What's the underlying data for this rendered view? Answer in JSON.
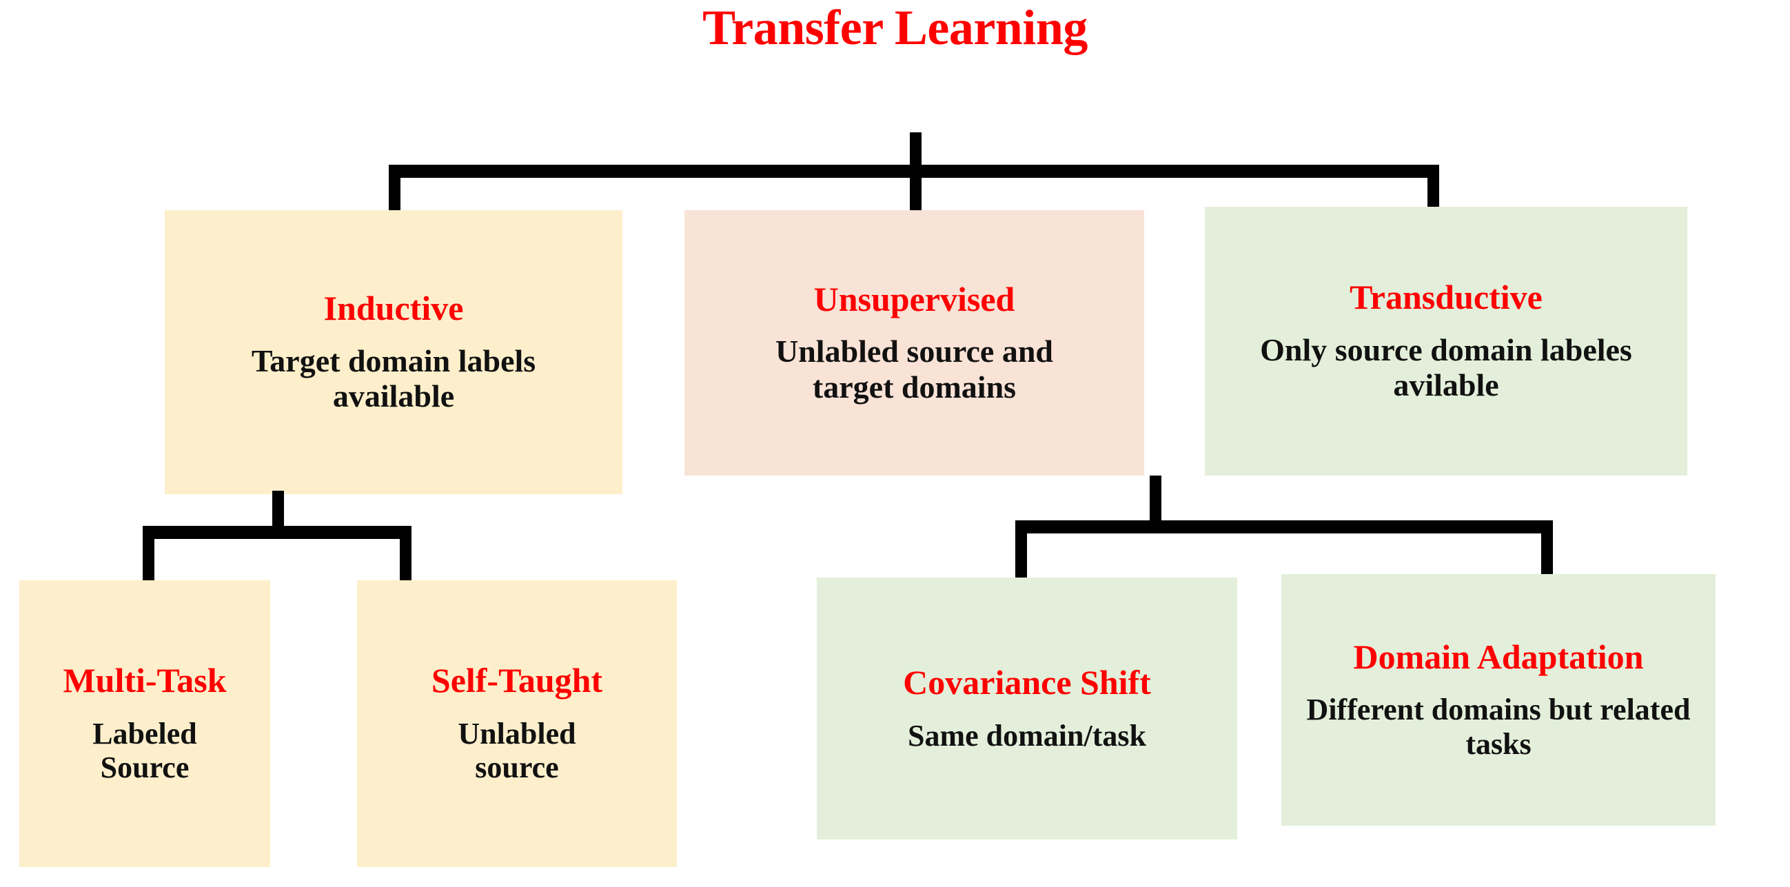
{
  "diagram": {
    "title": "Transfer Learning",
    "title_color": "#FF0000",
    "text_color": "#111111",
    "line_color": "#000000",
    "background": "#FFFFFF",
    "type": "tree-hierarchy",
    "nodes": {
      "root": {
        "label": "Transfer Learning"
      },
      "inductive": {
        "label": "Inductive",
        "description": "Target domain labels available",
        "fill": "#FDEFCB"
      },
      "unsupervised": {
        "label": "Unsupervised",
        "description": "Unlabled source and target domains",
        "fill": "#F9E2D6"
      },
      "transductive": {
        "label": "Transductive",
        "description": "Only source domain labeles avilable",
        "fill": "#E3EFDA"
      },
      "multi_task": {
        "label": "Multi-Task",
        "description": "Labeled Source",
        "fill": "#FDEFCB"
      },
      "self_taught": {
        "label": "Self-Taught",
        "description": "Unlabled source",
        "fill": "#FDEFCB"
      },
      "covariance_shift": {
        "label": "Covariance Shift",
        "description": "Same domain/task",
        "fill": "#E3EFDA"
      },
      "domain_adaptation": {
        "label": "Domain Adaptation",
        "description": "Different domains but related tasks",
        "fill": "#E3EFDA"
      }
    },
    "edges": [
      {
        "from": "root",
        "to": "inductive"
      },
      {
        "from": "root",
        "to": "unsupervised"
      },
      {
        "from": "root",
        "to": "transductive"
      },
      {
        "from": "inductive",
        "to": "multi_task"
      },
      {
        "from": "inductive",
        "to": "self_taught"
      },
      {
        "from": "transductive",
        "to": "covariance_shift"
      },
      {
        "from": "transductive",
        "to": "domain_adaptation"
      }
    ]
  }
}
